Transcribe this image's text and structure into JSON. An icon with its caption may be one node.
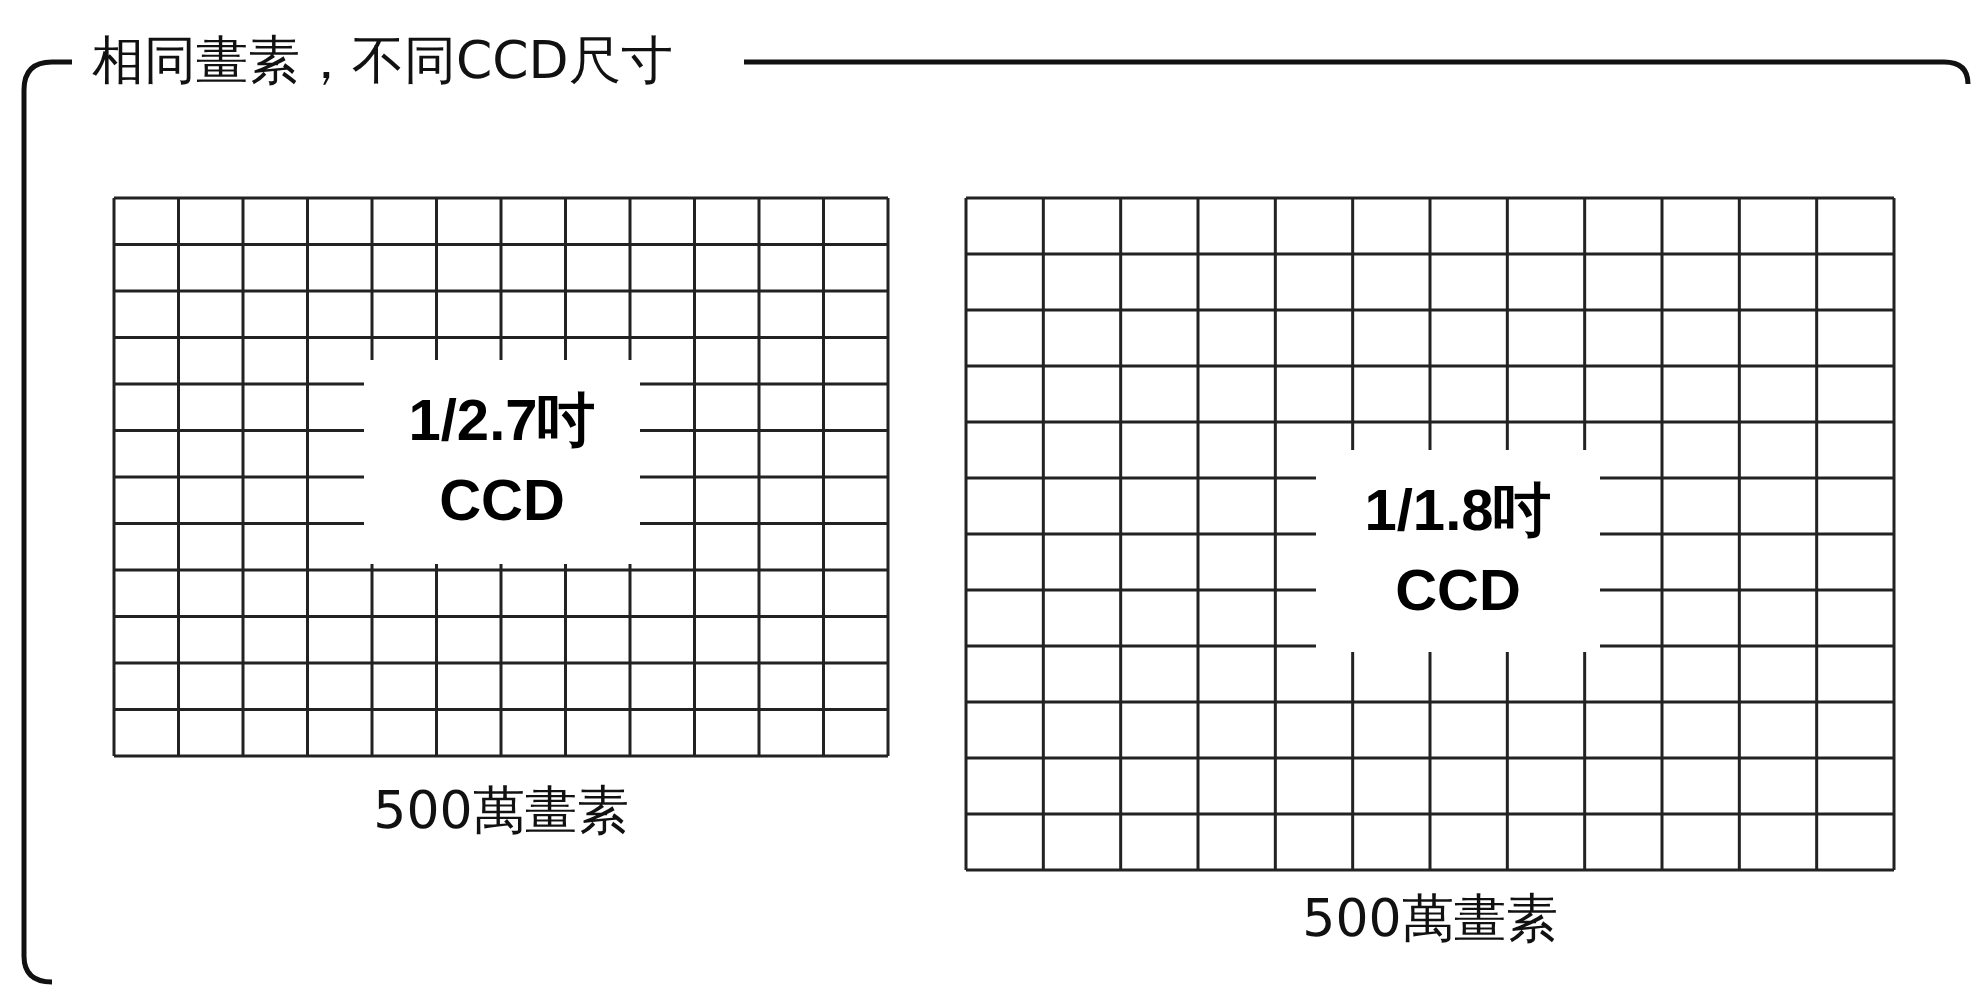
{
  "diagram": {
    "nodes": [
      {
        "text": [
          "相同畫素，不同CCD尺寸"
        ]
      },
      {
        "text": [
          "1/2.7吋",
          "CCD"
        ],
        "beside": [
          "500萬畫素"
        ],
        "in": 0
      },
      {
        "text": [
          "1/1.8吋",
          "CCD"
        ],
        "beside": [
          "500萬畫素"
        ],
        "in": 0
      }
    ]
  }
}
